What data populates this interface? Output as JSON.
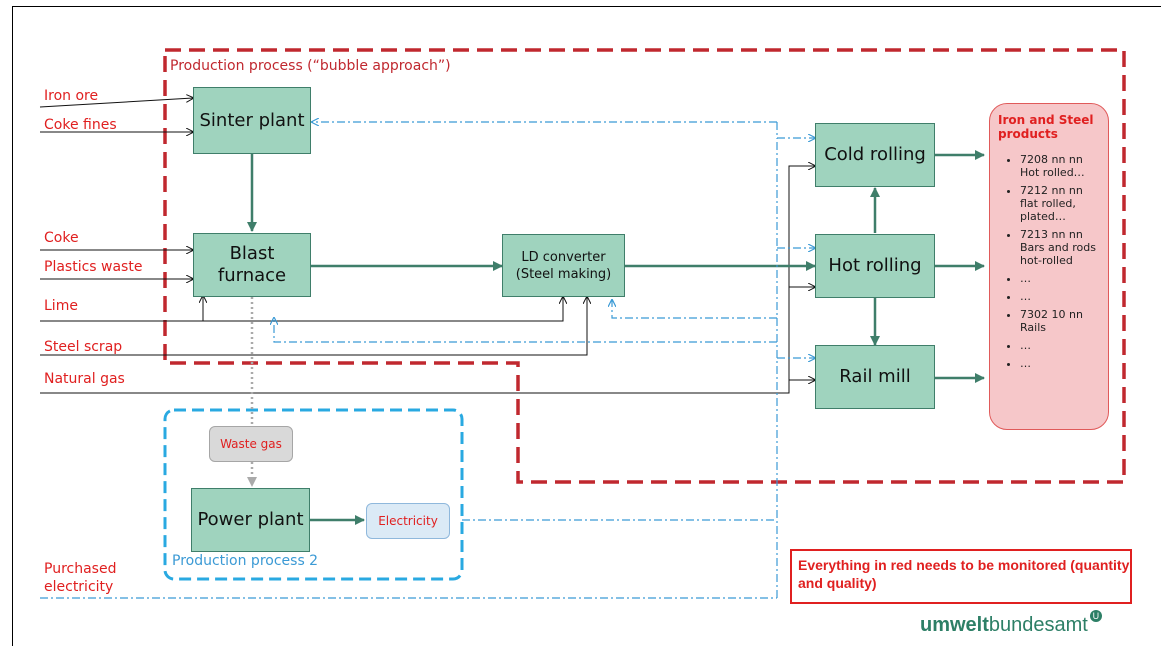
{
  "regions": {
    "production_process": "Production process (“bubble approach”)",
    "production_process_2": "Production process 2"
  },
  "inputs": {
    "iron_ore": "Iron ore",
    "coke_fines": "Coke fines",
    "coke": "Coke",
    "plastics_waste": "Plastics waste",
    "lime": "Lime",
    "steel_scrap": "Steel scrap",
    "natural_gas": "Natural gas",
    "purchased_electricity": "Purchased electricity"
  },
  "processes": {
    "sinter_plant": "Sinter plant",
    "blast_furnace": "Blast furnace",
    "ld_converter": "LD converter (Steel making)",
    "cold_rolling": "Cold rolling",
    "hot_rolling": "Hot rolling",
    "rail_mill": "Rail mill",
    "power_plant": "Power plant"
  },
  "intermediates": {
    "waste_gas": "Waste gas",
    "electricity": "Electricity"
  },
  "products": {
    "title": "Iron and Steel products",
    "items": [
      "7208 nn nn Hot rolled…",
      "7212 nn nn flat rolled, plated…",
      "7213 nn nn Bars and rods hot-rolled",
      "…",
      "…",
      "7302 10 nn Rails",
      "…",
      "…"
    ]
  },
  "notice": "Everything in red needs to be monitored (quantity and quality)",
  "logo": {
    "bold": "umwelt",
    "regular": "bundesamt",
    "mark": "U"
  },
  "colors": {
    "process_fill": "#9fd3be",
    "flow_arrow": "#3f7e6a",
    "input_red": "#e02020",
    "bubble_border": "#c0282f",
    "process2_border": "#29a9e1",
    "electricity_flow": "#3b9ad5",
    "products_fill": "#f6c7c9"
  }
}
